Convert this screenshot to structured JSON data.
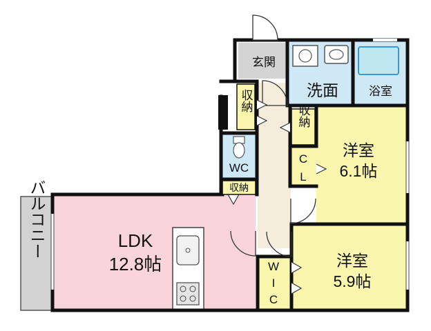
{
  "rooms": {
    "genkan": "玄関",
    "senmen": "洗面",
    "yokushitsu": "浴室",
    "shuno_upper": "収納",
    "shuno_mid": "収納",
    "shuno_lower": "収納",
    "wc": "WC",
    "cl_c": "C",
    "cl_l": "L",
    "yoshitsu1_name": "洋室",
    "yoshitsu1_size": "6.1帖",
    "yoshitsu2_name": "洋室",
    "yoshitsu2_size": "5.9帖",
    "ldk_name": "LDK",
    "ldk_size": "12.8帖",
    "wic_w": "W",
    "wic_i": "I",
    "wic_c": "C",
    "balcony": "バルコニー"
  },
  "colors": {
    "wall": "#111111",
    "bedroom_fill": "#fbf6ae",
    "ldk_fill": "#f9d4dd",
    "wet_fill": "#cfe8f5",
    "entry_fill": "#d4d4d4",
    "hall_fill": "#f5eddc",
    "balcony_fill": "#d2d2d2"
  }
}
